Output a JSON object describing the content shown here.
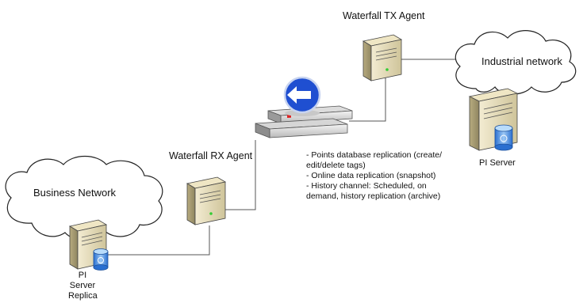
{
  "nodes": {
    "tx_agent": "Waterfall TX Agent",
    "rx_agent": "Waterfall RX Agent",
    "industrial_network": "Industrial network",
    "business_network": "Business Network",
    "pi_server": "PI Server",
    "pi_replica": [
      "PI",
      "Server",
      "Replica"
    ]
  },
  "notes": [
    "- Points database replication (create/",
    "edit/delete tags)",
    "- Online data replication (snapshot)",
    "- History channel: Scheduled, on",
    "demand, history replication (archive)"
  ],
  "icons": [
    "left-arrow-sign-icon",
    "unidirectional-gateway-icon",
    "server-tower-icon",
    "database-icon",
    "cloud-icon"
  ],
  "colors": {
    "sign_blue": "#1f4fd1",
    "line": "#555555",
    "server_body": "#e6ddb8"
  }
}
